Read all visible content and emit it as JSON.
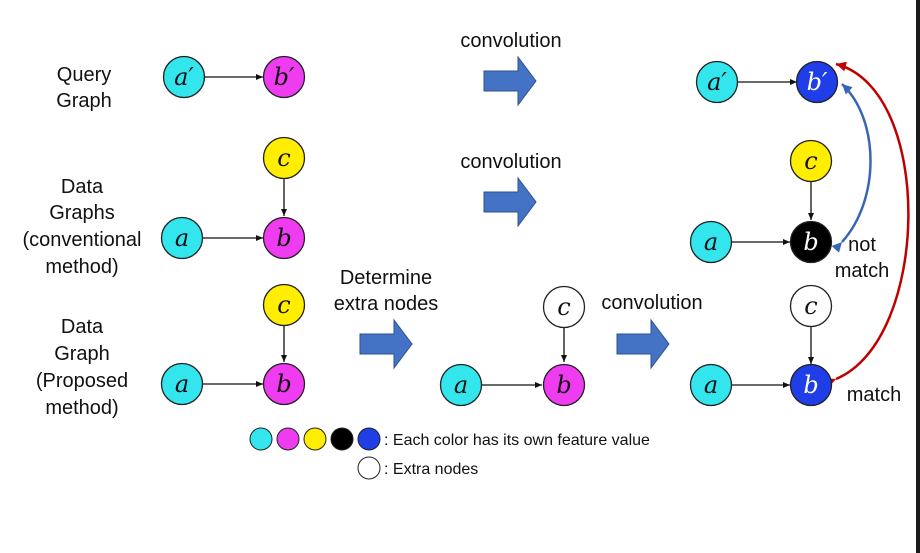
{
  "colors": {
    "cyan": "#33e6ee",
    "magenta": "#f03cf0",
    "yellow": "#ffee00",
    "black": "#000000",
    "blue": "#1f3ee8",
    "white": "#ffffff",
    "arrow_fill": "#4472c4",
    "red_curve": "#c00000",
    "blue_curve": "#3a64b8"
  },
  "row_labels": {
    "query": [
      "Query",
      "Graph"
    ],
    "conventional": [
      "Data",
      "Graphs",
      "(conventional",
      "method)"
    ],
    "proposed": [
      "Data",
      "Graph",
      "(Proposed",
      "method)"
    ]
  },
  "steps": {
    "convolution_1": "convolution",
    "convolution_2": "convolution",
    "determine": [
      "Determine",
      "extra nodes"
    ],
    "convolution_3": "convolution"
  },
  "nodes": {
    "query_a": "a′",
    "query_b": "b′",
    "conv_c": "c",
    "conv_a": "a",
    "conv_b": "b",
    "prop_c": "c",
    "prop_a": "a",
    "prop_b": "b",
    "mid_c": "c",
    "mid_a": "a",
    "mid_b": "b",
    "res_q_a": "a′",
    "res_q_b": "b′",
    "res_conv_c": "c",
    "res_conv_a": "a",
    "res_conv_b": "b",
    "res_prop_c": "c",
    "res_prop_a": "a",
    "res_prop_b": "b"
  },
  "results": {
    "not_match": [
      "not",
      "match"
    ],
    "match": "match"
  },
  "legend": {
    "feature": ": Each color has its own feature value",
    "extra": ": Extra nodes"
  }
}
